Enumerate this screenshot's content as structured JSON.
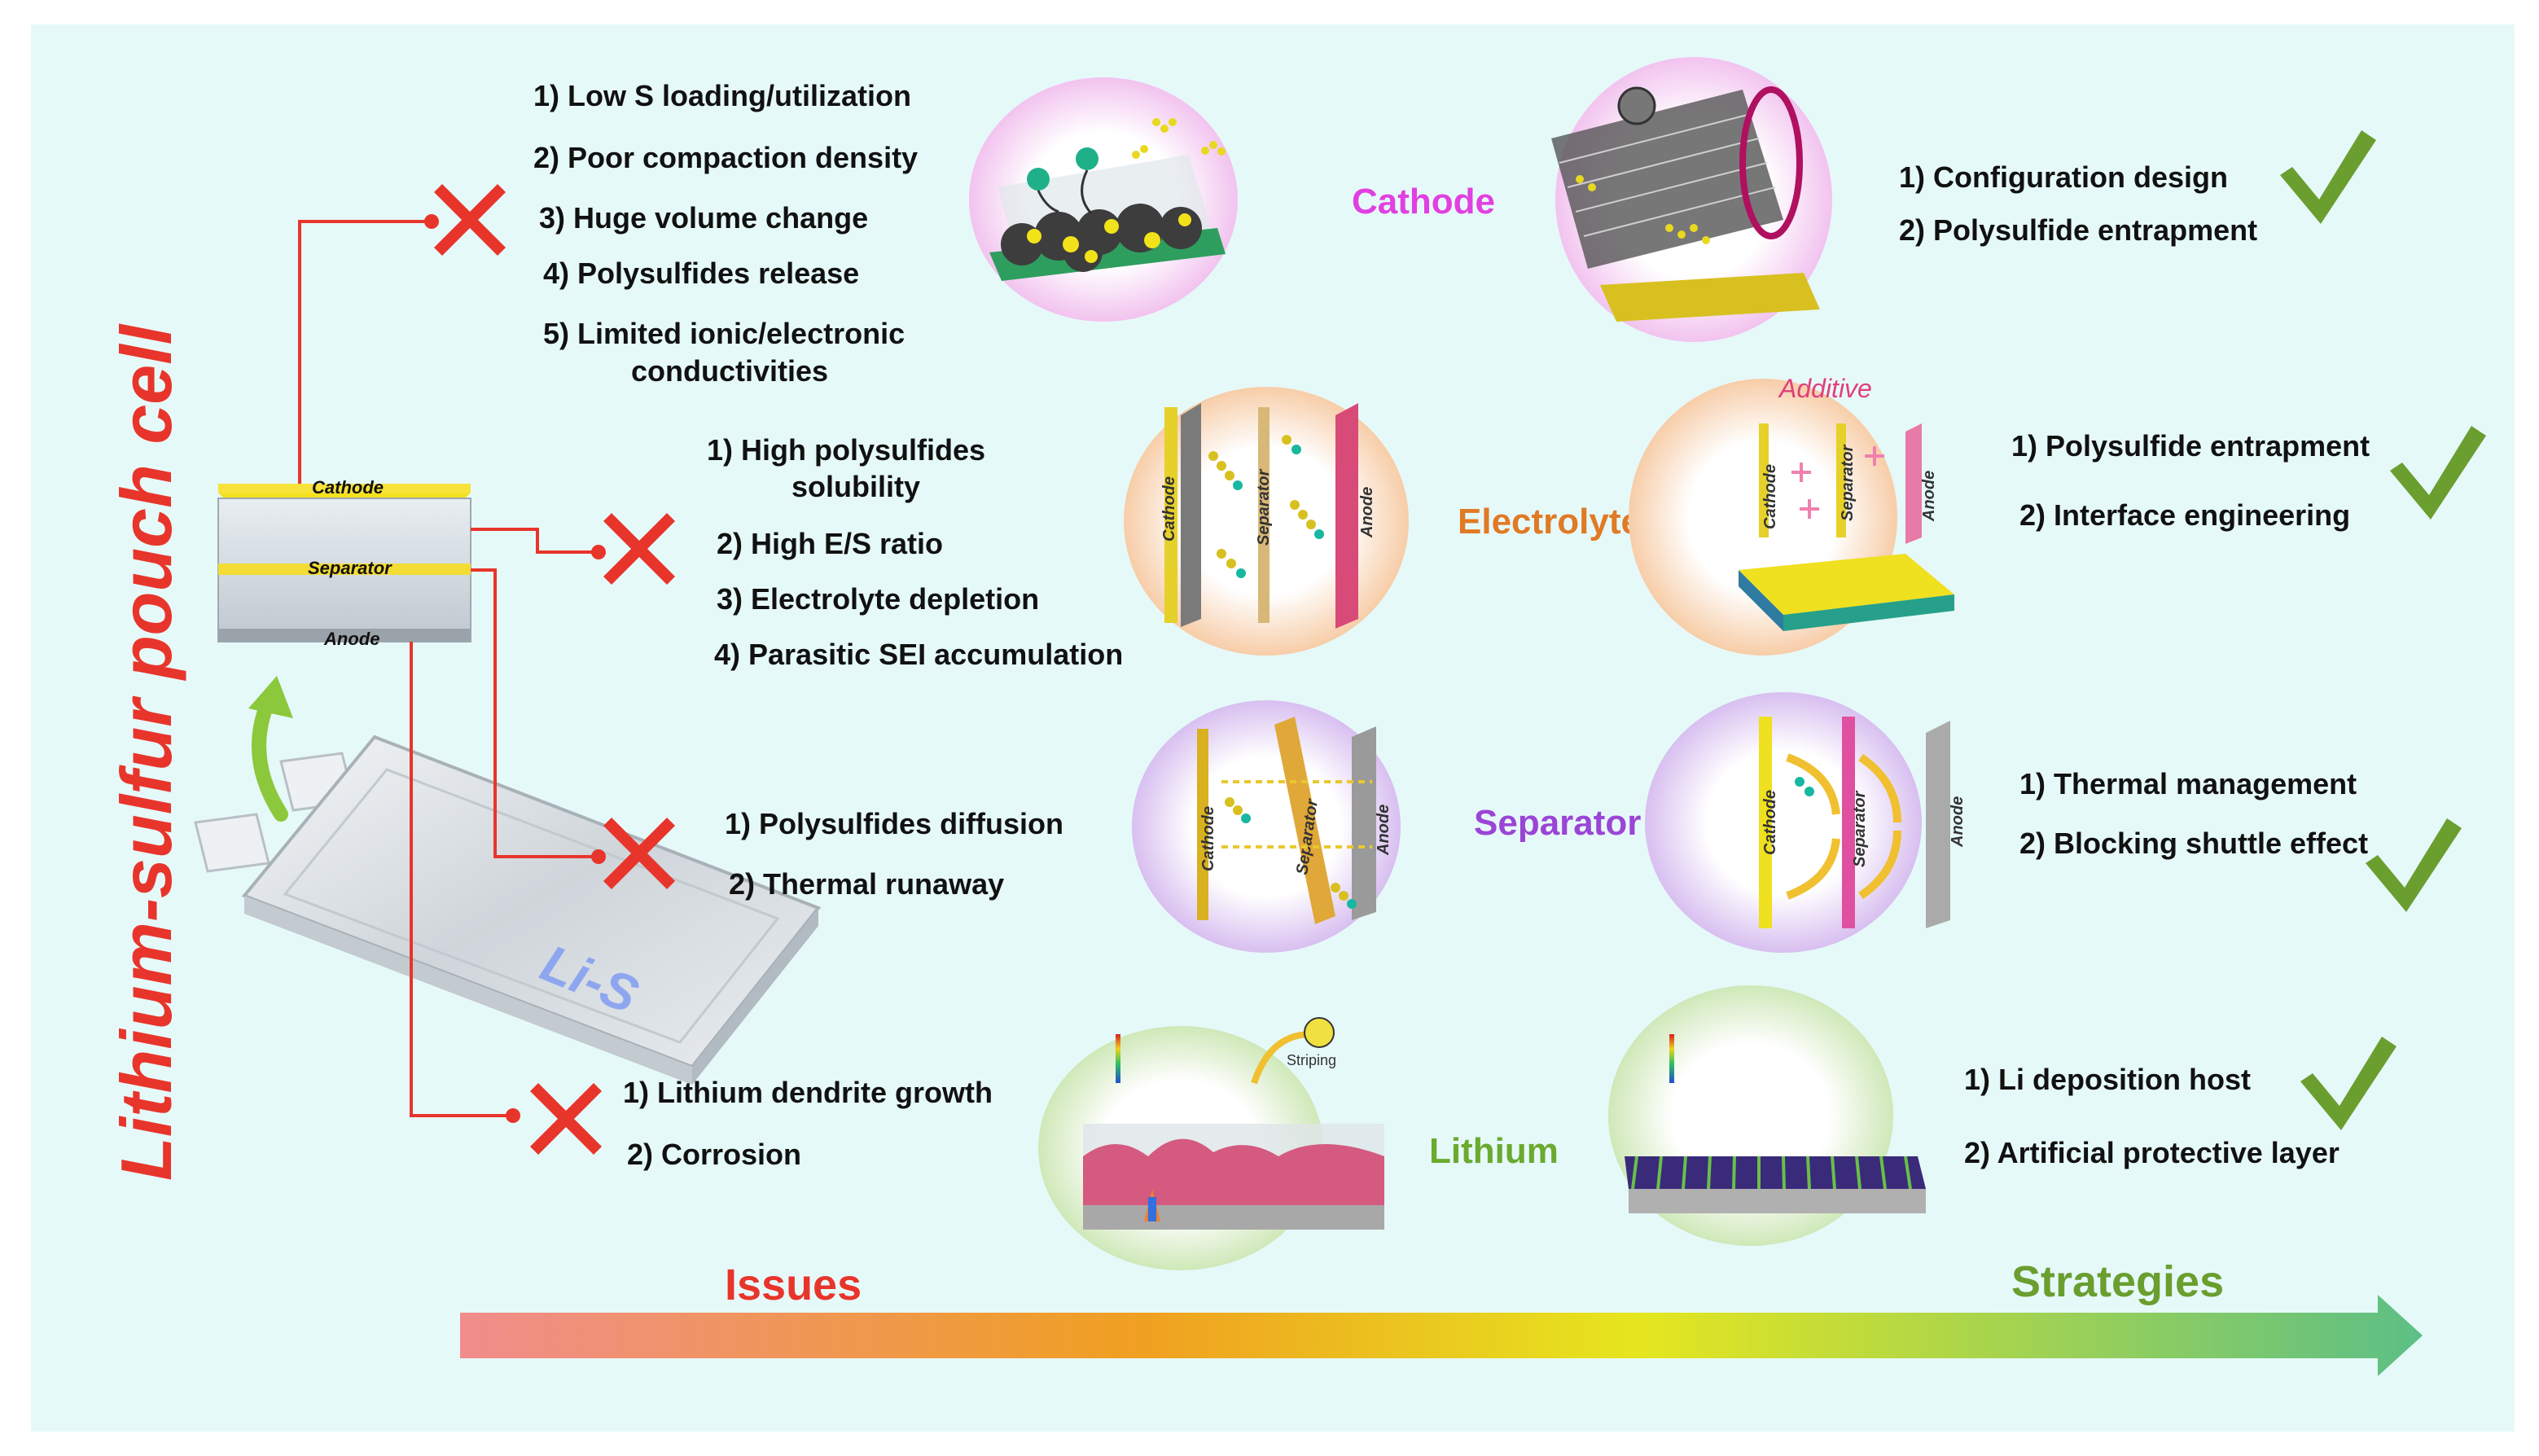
{
  "vertical_title": "Lithium-sulfur pouch cell",
  "pouch_label": "Li-S",
  "cell_layers": {
    "cathode": "Cathode",
    "separator": "Separator",
    "anode": "Anode"
  },
  "axis": {
    "issues": "Issues",
    "strategies": "Strategies"
  },
  "colors": {
    "red": "#e8352b",
    "green": "#6a9e2f",
    "cathode": "#e040e0",
    "electrolyte": "#e07a25",
    "separator": "#9b45d6",
    "lithium": "#6aaa2e",
    "background": "#e6f9f9"
  },
  "rows": {
    "cathode": {
      "title": "Cathode",
      "issues": [
        "1) Low S loading/utilization",
        "2) Poor compaction density",
        "3) Huge volume change",
        "4) Polysulfides release",
        "5) Limited ionic/electronic",
        "conductivities"
      ],
      "strategies": [
        "1) Configuration design",
        "2) Polysulfide entrapment"
      ]
    },
    "electrolyte": {
      "title": "Electrolyte",
      "issues": [
        "1)  High polysulfides",
        "solubility",
        "2) High E/S ratio",
        "3) Electrolyte depletion",
        "4) Parasitic SEI accumulation"
      ],
      "strategies": [
        "1) Polysulfide entrapment",
        "2) Interface engineering"
      ],
      "additive_label": "Additive"
    },
    "separator": {
      "title": "Separator",
      "issues": [
        "1) Polysulfides diffusion",
        "2) Thermal runaway"
      ],
      "strategies": [
        "1) Thermal management",
        "2) Blocking shuttle effect"
      ]
    },
    "lithium": {
      "title": "Lithium",
      "issues": [
        "1) Lithium dendrite growth",
        "2) Corrosion"
      ],
      "strategies": [
        "1) Li deposition host",
        "2) Artificial protective layer"
      ],
      "stripping_label": "Striping"
    }
  },
  "illustration_labels": {
    "cathode": "Cathode",
    "separator": "Separator",
    "anode": "Anode"
  }
}
